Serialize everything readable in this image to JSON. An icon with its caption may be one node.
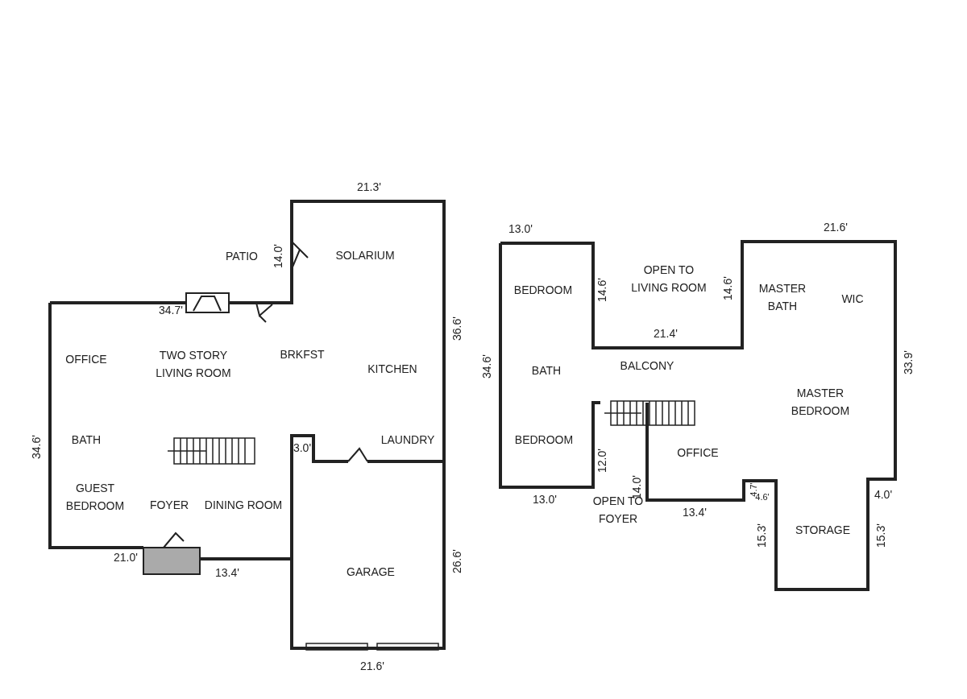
{
  "diagram": {
    "labels": [
      "21.3'",
      "13.0'",
      "21.6'",
      "PATIO",
      "14.0'",
      "SOLARIUM",
      "OPEN TO LIVING ROOM",
      "BEDROOM",
      "14.6'",
      "14.6'",
      "MASTER BATH",
      "WIC",
      "34.7'",
      "36.6'",
      "21.4'",
      "OFFICE",
      "TWO STORY LIVING ROOM",
      "BRKFST",
      "KITCHEN",
      "34.6'",
      "BATH",
      "BALCONY",
      "33.9'",
      "MASTER BEDROOM",
      "34.6'",
      "BATH",
      "3.0'",
      "LAUNDRY",
      "BEDROOM",
      "OFFICE",
      "12.0'",
      "14.0'",
      "4.7'",
      "4.6'",
      "4.0'",
      "GUEST BEDROOM",
      "FOYER",
      "DINING ROOM",
      "13.0'",
      "OPEN TO FOYER",
      "13.4'",
      "STORAGE",
      "15.3'",
      "15.3'",
      "21.0'",
      "13.4'",
      "GARAGE",
      "26.6'",
      "21.6'"
    ]
  }
}
